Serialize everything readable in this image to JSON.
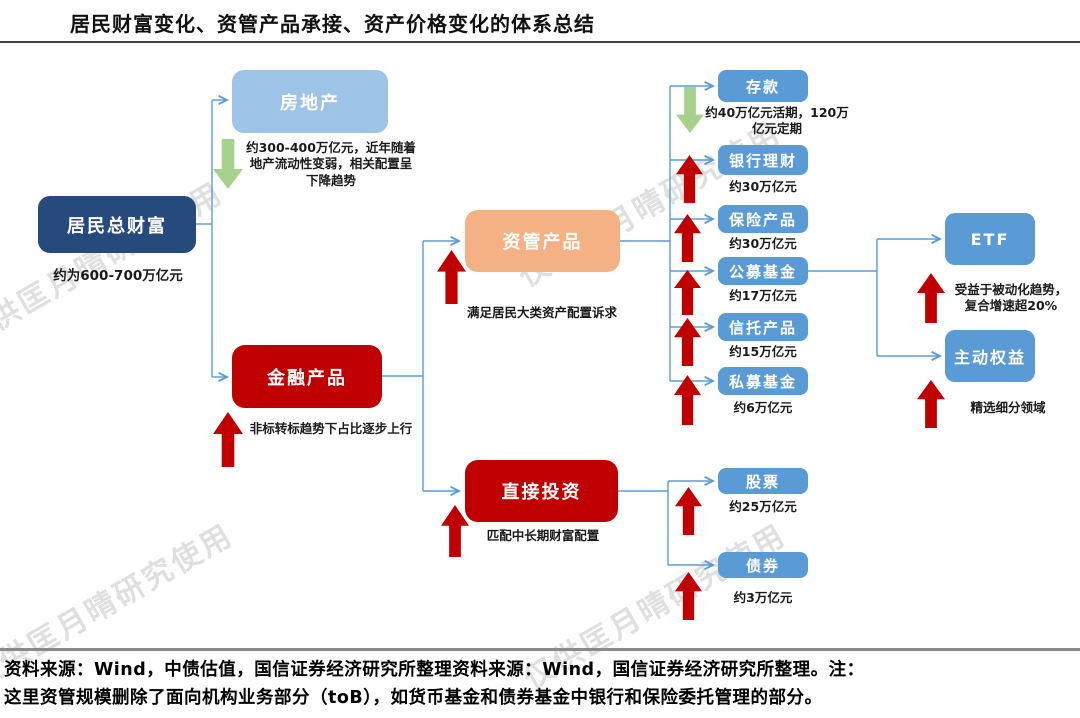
{
  "title": "居民财富变化、资管产品承接、资产价格变化的体系总结",
  "watermark": "仅供匡月晴研究使用",
  "colors": {
    "navy": "#274A7D",
    "light_blue": "#9DC3E6",
    "blue": "#5B9BD5",
    "red": "#C00000",
    "orange": "#F4B183",
    "green_arrow": "#A9D18E",
    "connector": "#5B9BD5"
  },
  "nodes": {
    "total_wealth": {
      "label": "居民总财富",
      "note": "约为600-700万亿元"
    },
    "real_estate": {
      "label": "房地产",
      "note": "约300-400万亿元，近年随着地产流动性变弱，相关配置呈下降趋势",
      "trend": "down"
    },
    "financial_products": {
      "label": "金融产品",
      "note": "非标转标趋势下占比逐步上行",
      "trend": "up"
    },
    "asset_mgmt": {
      "label": "资管产品",
      "note": "满足居民大类资产配置诉求",
      "trend": "up"
    },
    "direct_invest": {
      "label": "直接投资",
      "note": "匹配中长期财富配置",
      "trend": "up"
    },
    "deposits": {
      "label": "存款",
      "note": "约40万亿元活期，120万亿元定期",
      "trend": "down"
    },
    "bank_wealth": {
      "label": "银行理财",
      "note": "约30万亿元",
      "trend": "up"
    },
    "insurance": {
      "label": "保险产品",
      "note": "约30万亿元",
      "trend": "up"
    },
    "public_funds": {
      "label": "公募基金",
      "note": "约17万亿元",
      "trend": "up"
    },
    "trust": {
      "label": "信托产品",
      "note": "约15万亿元",
      "trend": "up"
    },
    "private_funds": {
      "label": "私募基金",
      "note": "约6万亿元",
      "trend": "up"
    },
    "etf": {
      "label": "ETF",
      "note": "受益于被动化趋势，复合增速超20%",
      "trend": "up"
    },
    "active_equity": {
      "label": "主动权益",
      "note": "精选细分领域",
      "trend": "up"
    },
    "stocks": {
      "label": "股票",
      "note": "约25万亿元",
      "trend": "up"
    },
    "bonds": {
      "label": "债券",
      "note": "约3万亿元",
      "trend": "up"
    }
  },
  "footer": {
    "line1": "资料来源：Wind，中债估值，国信证券经济研究所整理资料来源：Wind，国信证券经济研究所整理。注：",
    "line2": "这里资管规模删除了面向机构业务部分（toB），如货币基金和债券基金中银行和保险委托管理的部分。"
  }
}
